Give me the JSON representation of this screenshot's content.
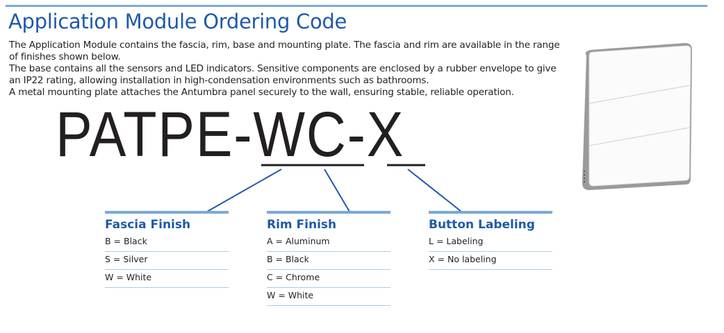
{
  "title": "Application Module Ordering Code",
  "intro": [
    "The Application Module contains the fascia, rim, base and mounting plate. The fascia and rim are available in the range of finishes shown below.",
    "The base contains all the sensors and LED indicators. Sensitive components are enclosed by a rubber envelope to give an IP22 rating, allowing installation in high-condensation environments such as bathrooms.",
    "A metal mounting plate attaches the Antumbra panel securely to the wall, ensuring stable, reliable operation."
  ],
  "code": {
    "prefix": "PATPE-",
    "part1": "WC",
    "sep": "-",
    "part2": "X"
  },
  "tables": [
    {
      "title": "Fascia Finish",
      "rows": [
        "B = Black",
        "S = Silver",
        "W = White"
      ]
    },
    {
      "title": "Rim Finish",
      "rows": [
        "A = Aluminum",
        "B = Black",
        "C = Chrome",
        "W = White"
      ]
    },
    {
      "title": "Button Labeling",
      "rows": [
        "L = Labeling",
        "X = No labeling"
      ]
    }
  ],
  "colors": {
    "accent": "#1e5aa8",
    "rule": "#7aa9dc",
    "row_line": "#a9cbeb"
  }
}
